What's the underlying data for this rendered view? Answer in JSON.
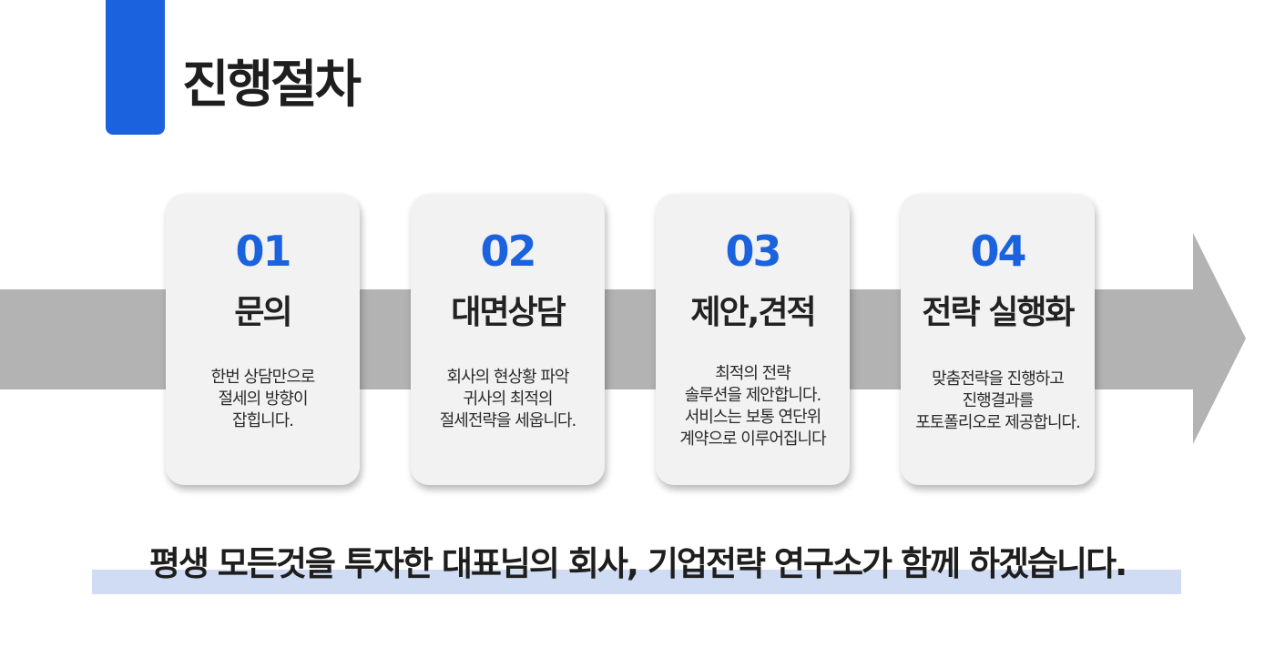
{
  "header": {
    "title": "진행절차",
    "accent_color": "#1a62de"
  },
  "steps": [
    {
      "number": "01",
      "title": "문의",
      "desc": [
        "한번 상담만으로",
        "절세의 방향이",
        "잡힙니다."
      ]
    },
    {
      "number": "02",
      "title": "대면상담",
      "desc": [
        "회사의 현상황 파악",
        "귀사의 최적의",
        "절세전략을 세웁니다."
      ]
    },
    {
      "number": "03",
      "title": "제안,견적",
      "desc": [
        "최적의 전략",
        "솔루션을 제안합니다.",
        "서비스는 보통 연단위",
        "계약으로 이루어집니다"
      ]
    },
    {
      "number": "04",
      "title": "전략 실행화",
      "desc": [
        "맞춤전략을 진행하고",
        "진행결과를",
        "포토폴리오로 제공합니다."
      ]
    }
  ],
  "footer": {
    "tagline": "평생 모든것을 투자한 대표님의 회사, 기업전략 연구소가 함께 하겠습니다.",
    "highlight_color": "#cfdcf4"
  }
}
